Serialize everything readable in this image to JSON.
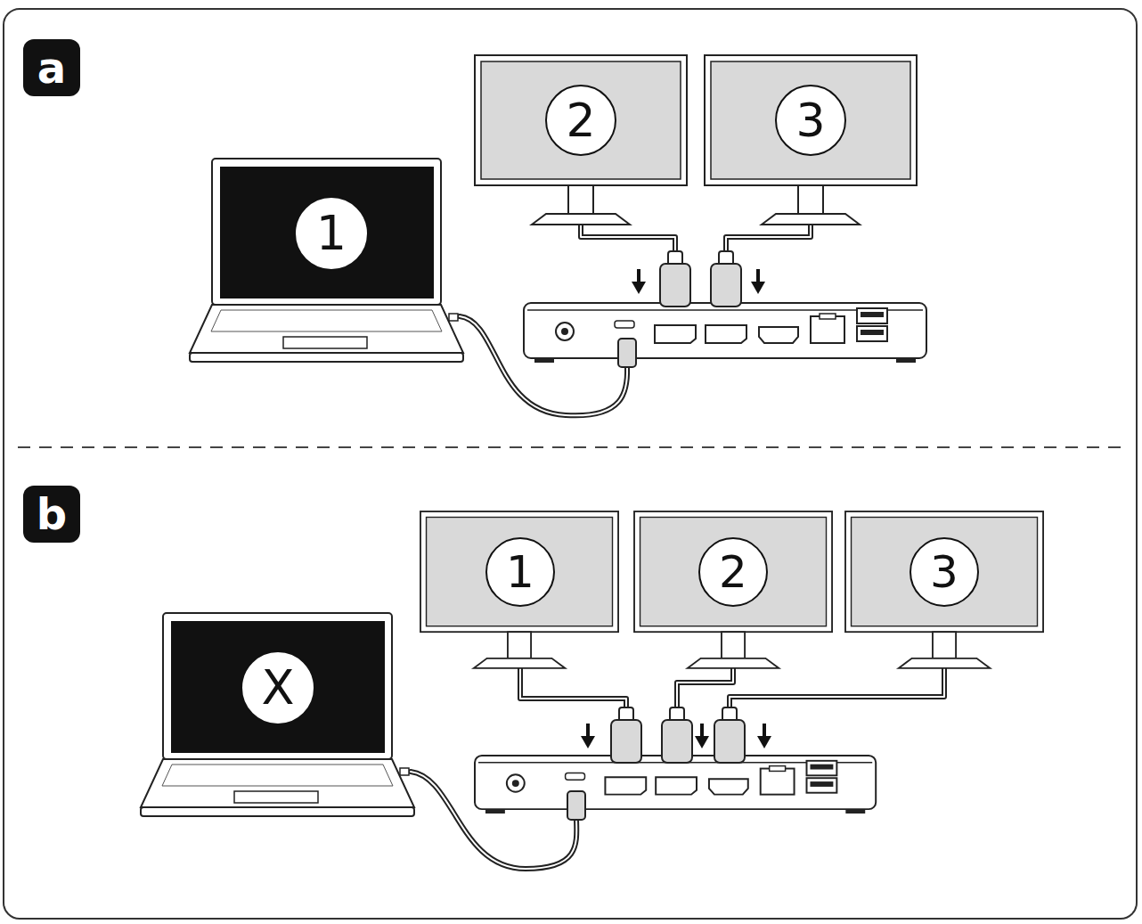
{
  "diagram": {
    "nodes": [
      {
        "text": [
          "a"
        ]
      },
      {
        "text": [
          "1"
        ]
      },
      {
        "text": [
          "2"
        ]
      },
      {
        "text": [
          "3"
        ]
      },
      {
        "text": [
          "b"
        ]
      },
      {
        "text": [
          "X"
        ]
      },
      {
        "text": [
          "1"
        ]
      },
      {
        "text": [
          "2"
        ]
      },
      {
        "text": [
          "3"
        ]
      }
    ]
  }
}
